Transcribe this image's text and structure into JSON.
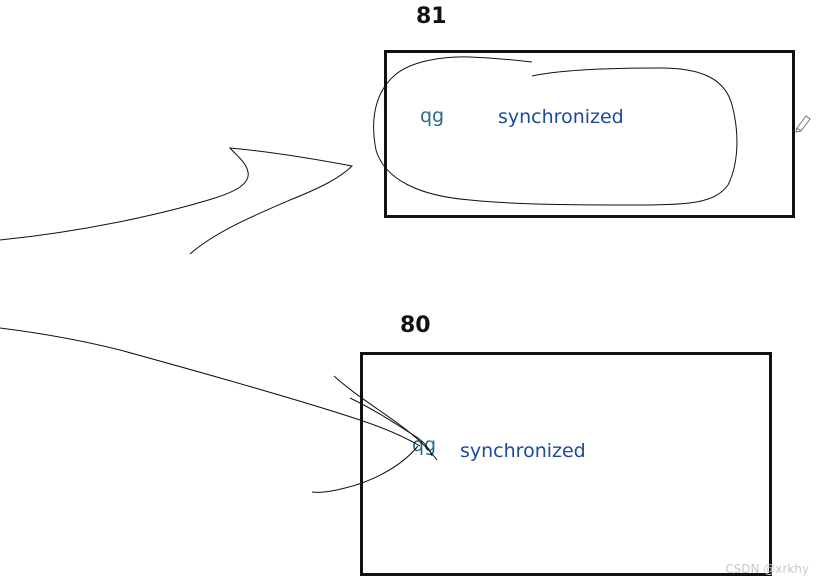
{
  "panels": {
    "top": {
      "heading": "81",
      "label_qg": "qg",
      "label_sync": "synchronized"
    },
    "bottom": {
      "heading": "80",
      "label_qg": "qg",
      "label_sync": "synchronized"
    }
  },
  "watermark": "CSDN @xrkhy",
  "colors": {
    "stroke": "#111111",
    "qg_text": "#2a6a8a",
    "sync_text": "#1c4aa0"
  }
}
